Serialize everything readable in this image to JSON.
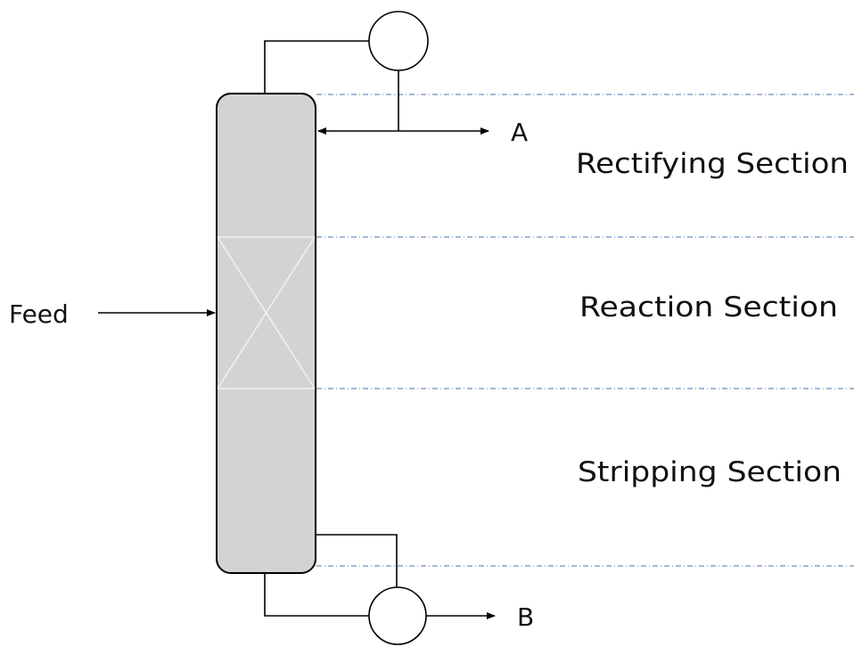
{
  "sections": [
    {
      "label": "Rectifying Section"
    },
    {
      "label": "Reaction Section"
    },
    {
      "label": "Stripping Section"
    }
  ],
  "streams": {
    "feed": "Feed",
    "distillate": "A",
    "bottoms": "B"
  },
  "colors": {
    "column_fill": "#d3d3d3",
    "stroke": "#000000",
    "section_divider": "#6a8fc0",
    "packing_lines": "#f2f2f2"
  }
}
